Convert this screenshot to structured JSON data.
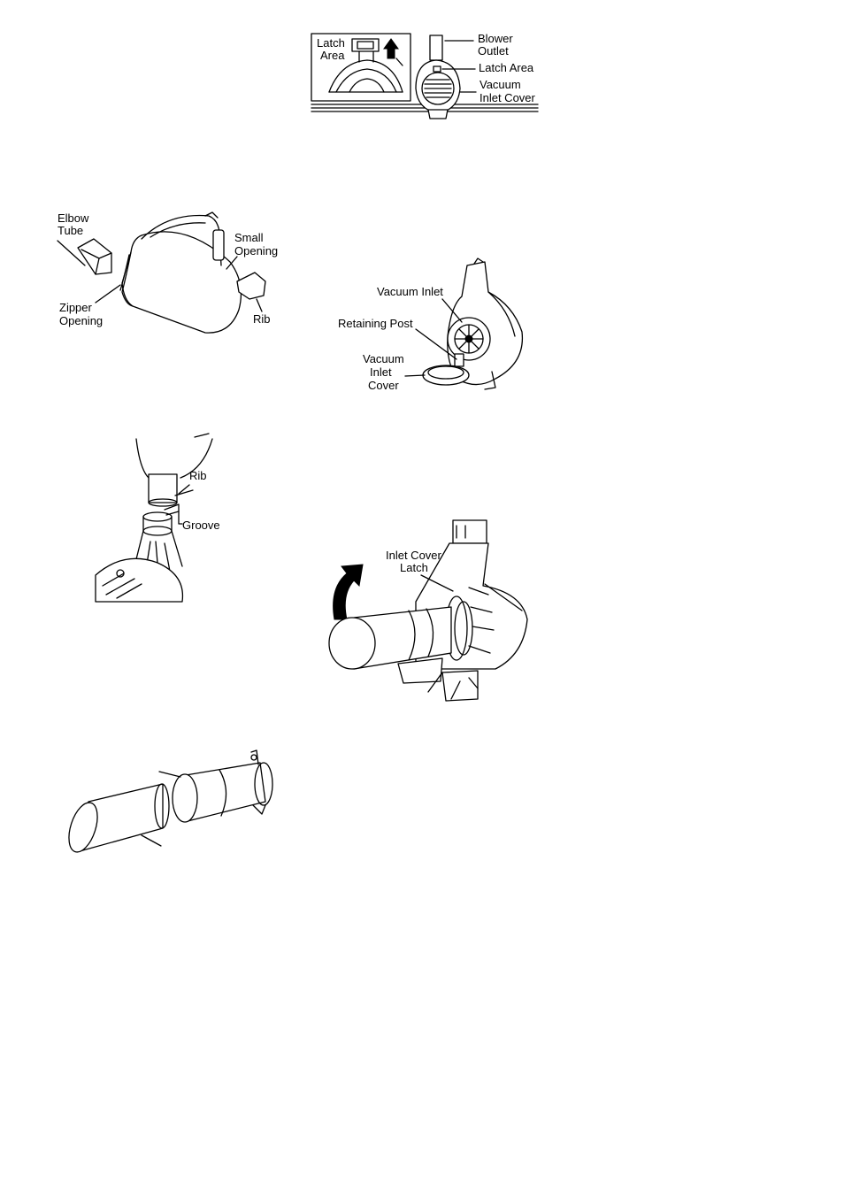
{
  "figure1": {
    "inset_label_1": "Latch",
    "inset_label_2": "Area",
    "blower_outlet_1": "Blower",
    "blower_outlet_2": "Outlet",
    "latch_area": "Latch Area",
    "vacuum_inlet_cover_1": "Vacuum",
    "vacuum_inlet_cover_2": "Inlet Cover"
  },
  "figure2": {
    "elbow_tube_1": "Elbow",
    "elbow_tube_2": "Tube",
    "small_opening_1": "Small",
    "small_opening_2": "Opening",
    "zipper_opening_1": "Zipper",
    "zipper_opening_2": "Opening",
    "rib": "Rib"
  },
  "figure3": {
    "vacuum_inlet": "Vacuum Inlet",
    "retaining_post": "Retaining Post",
    "cover_1": "Vacuum",
    "cover_2": "Inlet",
    "cover_3": "Cover"
  },
  "figure4": {
    "rib": "Rib",
    "groove": "Groove"
  },
  "figure5": {
    "latch_1": "Inlet Cover",
    "latch_2": "Latch"
  },
  "icons": [
    "up-arrow-icon",
    "curved-arrow-icon"
  ]
}
